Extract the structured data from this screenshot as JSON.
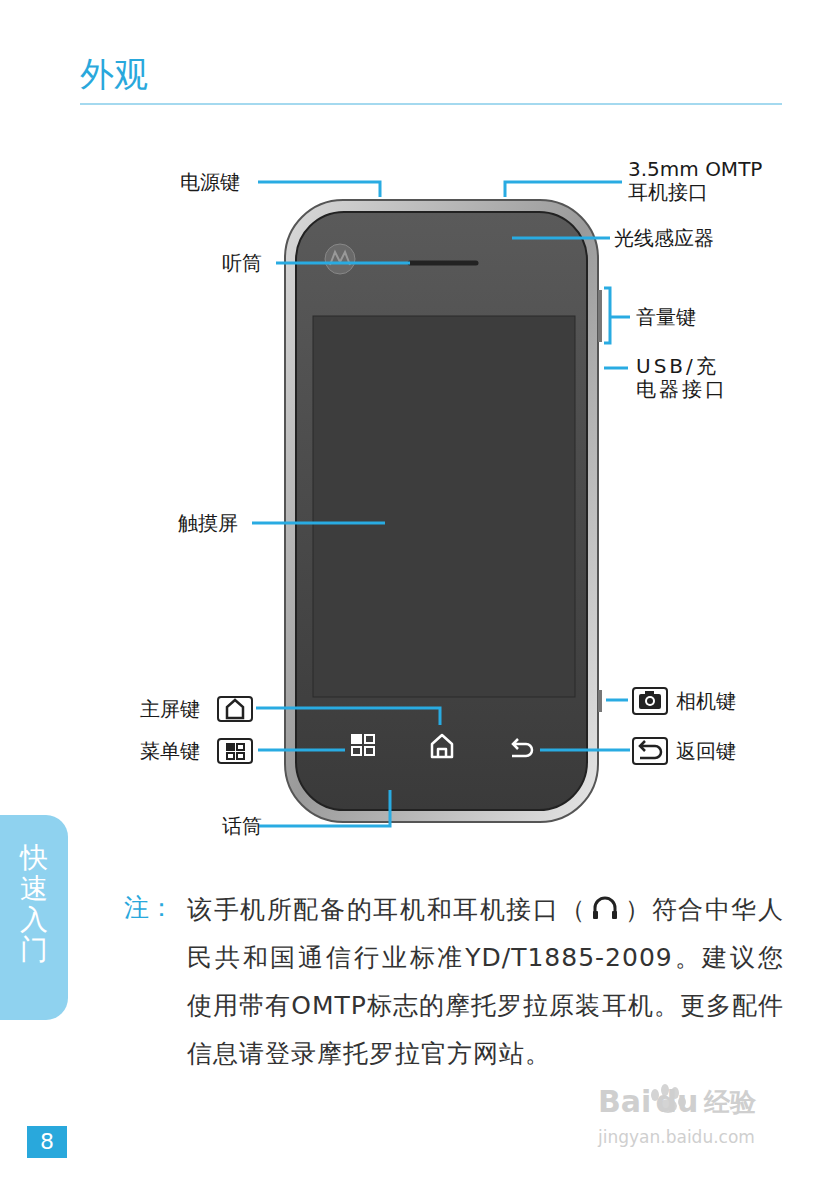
{
  "diagram": {
    "title": "外观",
    "nodes": [
      {
        "text": [
          "快速入门"
        ]
      },
      {
        "text": [
          "8"
        ]
      }
    ],
    "edges": [],
    "labels": [
      "电源键",
      "3.5mm OMTP 耳机接口",
      "光线感应器",
      "听筒",
      "音量键",
      "USB/充 电器接口",
      "触摸屏",
      "主屏键",
      "相机键",
      "菜单键",
      "返回键",
      "话筒",
      "注：",
      "该手机所配备的耳机和耳机接口（",
      "）符合中华人民共和国通信行业标准YD/T1885-2009。建议您使用带有OMTP标志的摩托罗拉原装耳机。更多配件信息请登录摩托罗拉官方网站。",
      "Bai",
      "du",
      "经验",
      "jingyan.baidu.com"
    ]
  }
}
